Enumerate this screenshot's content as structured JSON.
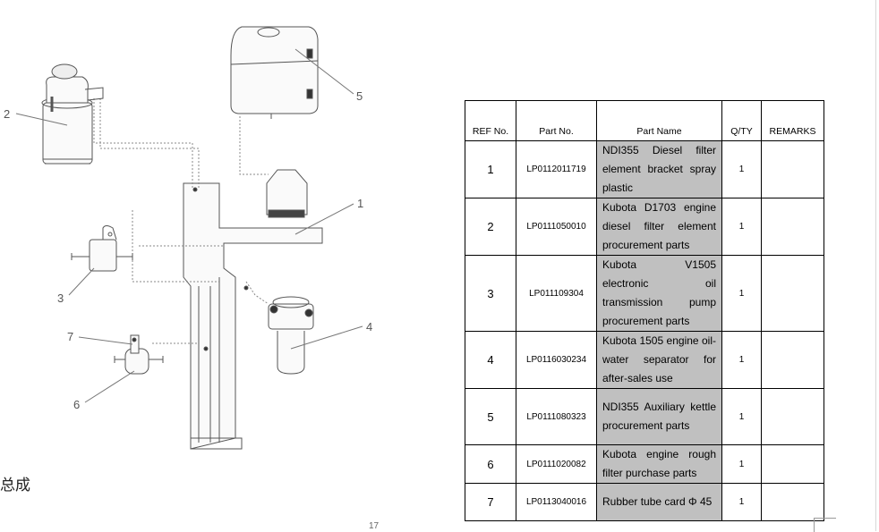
{
  "diagram": {
    "callouts": [
      "1",
      "2",
      "3",
      "4",
      "5",
      "6",
      "7"
    ]
  },
  "table": {
    "headers": [
      "REF No.",
      "Part No.",
      "Part Name",
      "Q/TY",
      "REMARKS"
    ],
    "rows": [
      {
        "ref": "1",
        "part_no": "LP0112011719",
        "name": "NDI355 Diesel filter element bracket spray plastic",
        "qty": "1",
        "remarks": ""
      },
      {
        "ref": "2",
        "part_no": "LP0111050010",
        "name": "Kubota D1703 engine diesel filter element procurement parts",
        "qty": "1",
        "remarks": ""
      },
      {
        "ref": "3",
        "part_no": "LP011109304",
        "name": "Kubota V1505 electronic oil transmission pump procurement parts",
        "qty": "1",
        "remarks": ""
      },
      {
        "ref": "4",
        "part_no": "LP0116030234",
        "name": "Kubota 1505 engine oil-water separator for after-sales use",
        "qty": "1",
        "remarks": ""
      },
      {
        "ref": "5",
        "part_no": "LP0111080323",
        "name": "NDI355 Auxiliary kettle procurement parts",
        "qty": "1",
        "remarks": ""
      },
      {
        "ref": "6",
        "part_no": "LP0111020082",
        "name": "Kubota engine rough filter purchase parts",
        "qty": "1",
        "remarks": ""
      },
      {
        "ref": "7",
        "part_no": "LP0113040016",
        "name": "Rubber tube card Φ 45",
        "qty": "1",
        "remarks": ""
      }
    ]
  },
  "page_number": "17",
  "side_text": "总成"
}
